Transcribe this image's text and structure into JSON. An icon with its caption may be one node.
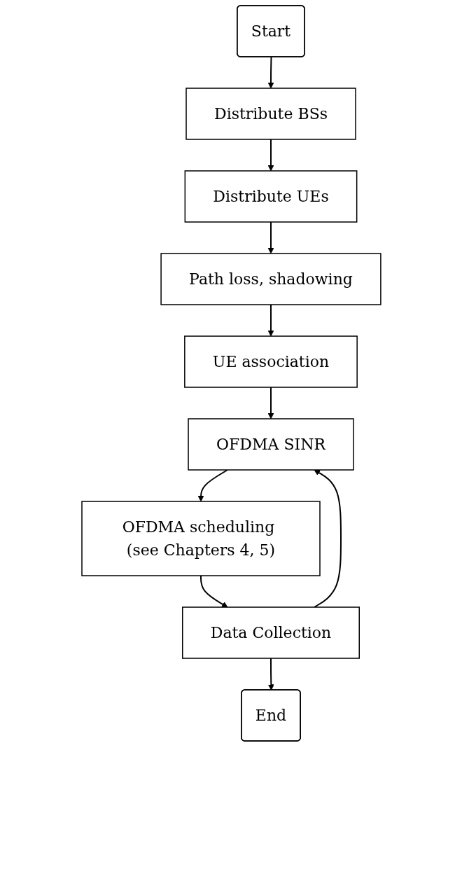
{
  "diagram": {
    "nodes": [
      {
        "text": [
          "Start"
        ]
      },
      {
        "text": [
          "Distribute BSs"
        ]
      },
      {
        "text": [
          "Distribute UEs"
        ]
      },
      {
        "text": [
          "Path loss, shadowing"
        ]
      },
      {
        "text": [
          "UE association"
        ]
      },
      {
        "text": [
          "OFDMA SINR"
        ]
      },
      {
        "text": [
          "OFDMA scheduling (see Chapters 4, 5)"
        ]
      },
      {
        "text": [
          "Data Collection"
        ]
      },
      {
        "text": [
          "End"
        ]
      }
    ],
    "edges": [
      {
        "from": 0,
        "to": 1,
        "arrow": "to"
      },
      {
        "from": 1,
        "to": 2,
        "arrow": "to"
      },
      {
        "from": 2,
        "to": 3,
        "arrow": "to"
      },
      {
        "from": 3,
        "to": 4,
        "arrow": "to"
      },
      {
        "from": 4,
        "to": 5,
        "arrow": "to"
      },
      {
        "from": 5,
        "to": 6,
        "arrow": "to"
      },
      {
        "from": 6,
        "to": 7,
        "arrow": "to"
      },
      {
        "from": 7,
        "to": 8,
        "arrow": "to"
      },
      {
        "from": 7,
        "to": 5,
        "arrow": "to"
      }
    ]
  }
}
